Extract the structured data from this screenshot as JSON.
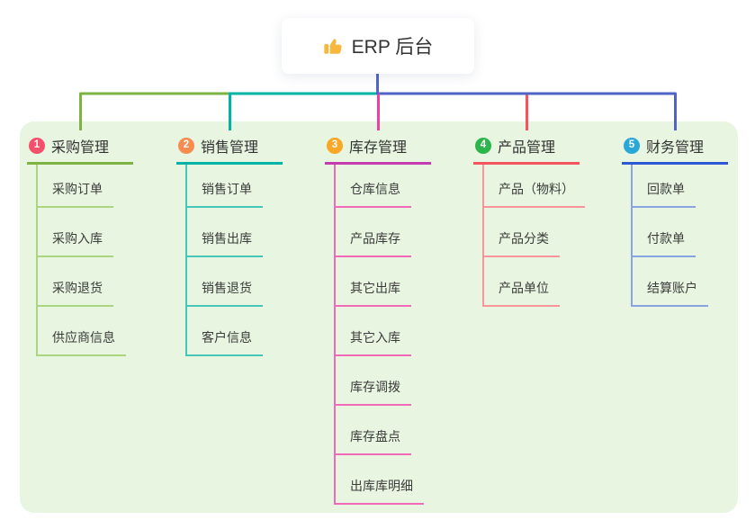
{
  "root": {
    "label": "ERP 后台",
    "icon_name": "thumbs-up-icon",
    "icon_color": "#f6b73c"
  },
  "connector": {
    "stem_color": "#5065c5",
    "bus_right_color": "#4f63c6"
  },
  "panel_color": "#e7f5e1",
  "branches": [
    {
      "num": "1",
      "label": "采购管理",
      "badge_color": "#f4506c",
      "color": "#7cb342",
      "child_color": "#abd57f",
      "drop_color": "#7cb342",
      "children": [
        "采购订单",
        "采购入库",
        "采购退货",
        "供应商信息"
      ]
    },
    {
      "num": "2",
      "label": "销售管理",
      "badge_color": "#f68c4f",
      "color": "#00b3a6",
      "child_color": "#45c6ba",
      "drop_color": "#00b3a6",
      "children": [
        "销售订单",
        "销售出库",
        "销售退货",
        "客户信息"
      ]
    },
    {
      "num": "3",
      "label": "库存管理",
      "badge_color": "#f9a825",
      "color": "#c43cb0",
      "child_color": "#f06ab8",
      "drop_color": "#ef3fa2",
      "children": [
        "仓库信息",
        "产品库存",
        "其它出库",
        "其它入库",
        "库存调拨",
        "库存盘点",
        "出库库明细"
      ]
    },
    {
      "num": "4",
      "label": "产品管理",
      "badge_color": "#2cb54a",
      "color": "#f4545c",
      "child_color": "#f8949a",
      "drop_color": "#f4545c",
      "children": [
        "产品（物料）",
        "产品分类",
        "产品单位"
      ]
    },
    {
      "num": "5",
      "label": "财务管理",
      "badge_color": "#29a8d8",
      "color": "#2e57d5",
      "child_color": "#8aa4e2",
      "drop_color": "#4f63c6",
      "children": [
        "回款单",
        "付款单",
        "结算账户"
      ]
    }
  ]
}
